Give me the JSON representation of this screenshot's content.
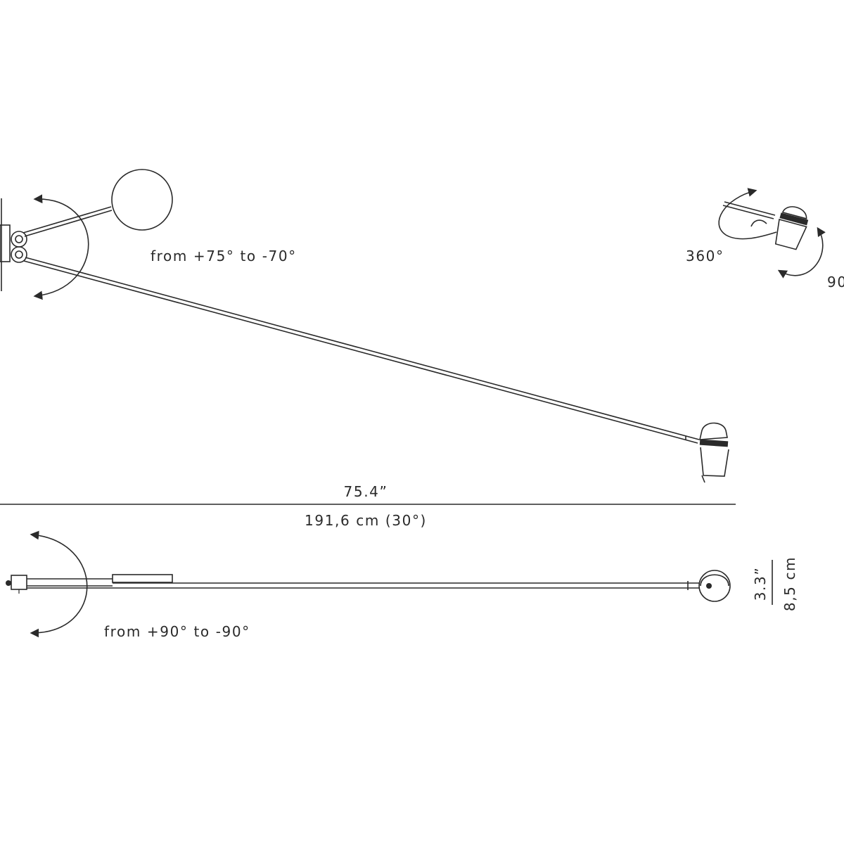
{
  "side_view": {
    "rotation_label": "from +75° to -70°",
    "head_rotation_label": "360°",
    "head_tilt_label": "90"
  },
  "dimension": {
    "imperial": "75.4”",
    "metric": "191,6 cm (30°)"
  },
  "top_view": {
    "rotation_label": "from +90° to -90°",
    "head_diameter_imperial": "3.3”",
    "head_diameter_metric": "8,5 cm"
  }
}
